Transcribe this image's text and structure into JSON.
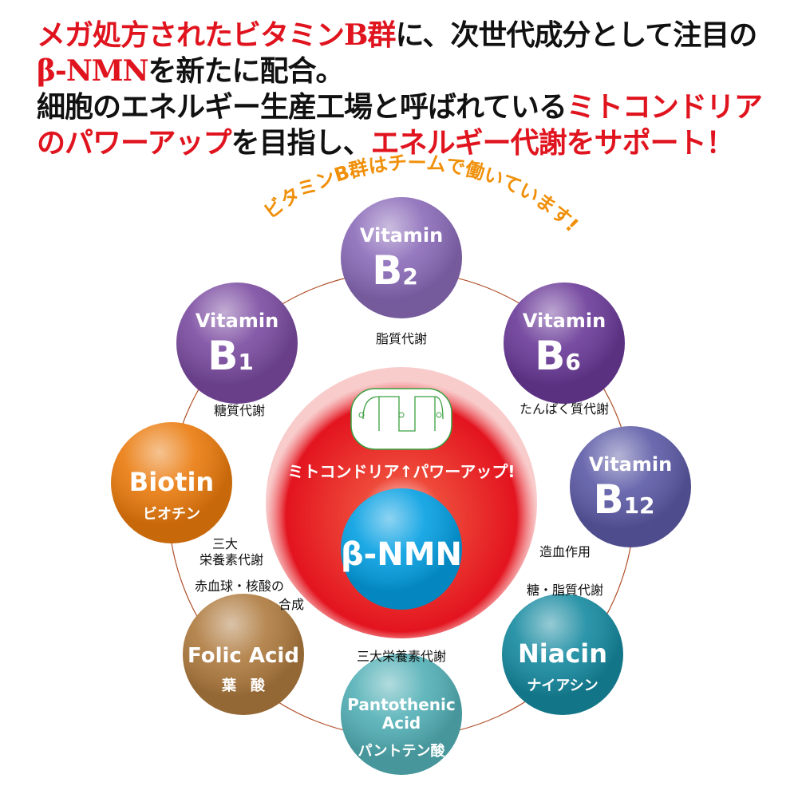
{
  "headline": {
    "line1": [
      {
        "text": "メガ処方されたビタミンB群",
        "red": true
      },
      {
        "text": "に、次世代成分として注目の",
        "red": false
      }
    ],
    "line2": [
      {
        "text": "β-NMN",
        "red": true
      },
      {
        "text": "を新たに配合。",
        "red": false
      }
    ],
    "line3": [
      {
        "text": "細胞のエネルギー生産工場と呼ばれている",
        "red": false
      },
      {
        "text": "ミトコンドリア",
        "red": true
      }
    ],
    "line4": [
      {
        "text": "のパワーアップ",
        "red": true
      },
      {
        "text": "を目指し、",
        "red": false
      },
      {
        "text": "エネルギー代謝をサポート！",
        "red": true
      }
    ]
  },
  "arc_caption": "ビタミンB群はチームで働いています!",
  "center": {
    "mito_caption": "ミトコンドリア↑パワーアップ!",
    "core": "β-NMN"
  },
  "nutrients": [
    {
      "id": "b2",
      "line1": "Vitamin",
      "line2": "B",
      "sub": "2",
      "color": "#8a6ab8",
      "label": "脂質代謝"
    },
    {
      "id": "b1",
      "line1": "Vitamin",
      "line2": "B",
      "sub": "1",
      "color": "#7a4aa0",
      "label": "糖質代謝"
    },
    {
      "id": "b6",
      "line1": "Vitamin",
      "line2": "B",
      "sub": "6",
      "color": "#6a3a98",
      "label": "たんぱく質代謝"
    },
    {
      "id": "biotin",
      "line1": "Biotin",
      "line2": "ビオチン",
      "color": "#ea7a0c",
      "label": "三大",
      "label2": "栄養素代謝"
    },
    {
      "id": "b12",
      "line1": "Vitamin",
      "line2": "B",
      "sub": "12",
      "color": "#5c5aa6",
      "label": "造血作用",
      "label2": "糖・脂質代謝"
    },
    {
      "id": "folic",
      "line1": "Folic Acid",
      "line2": "葉　酸",
      "color": "#ae7a3e",
      "label": "赤血球・核酸の",
      "label2": "合成"
    },
    {
      "id": "niacin",
      "line1": "Niacin",
      "line2": "ナイアシン",
      "color": "#168aa0",
      "label": ""
    },
    {
      "id": "pantothenic",
      "line1": "Pantothenic",
      "line1b": "Acid",
      "line2": "パントテン酸",
      "color": "#52b0b6",
      "label": "三大栄養素代謝"
    }
  ]
}
